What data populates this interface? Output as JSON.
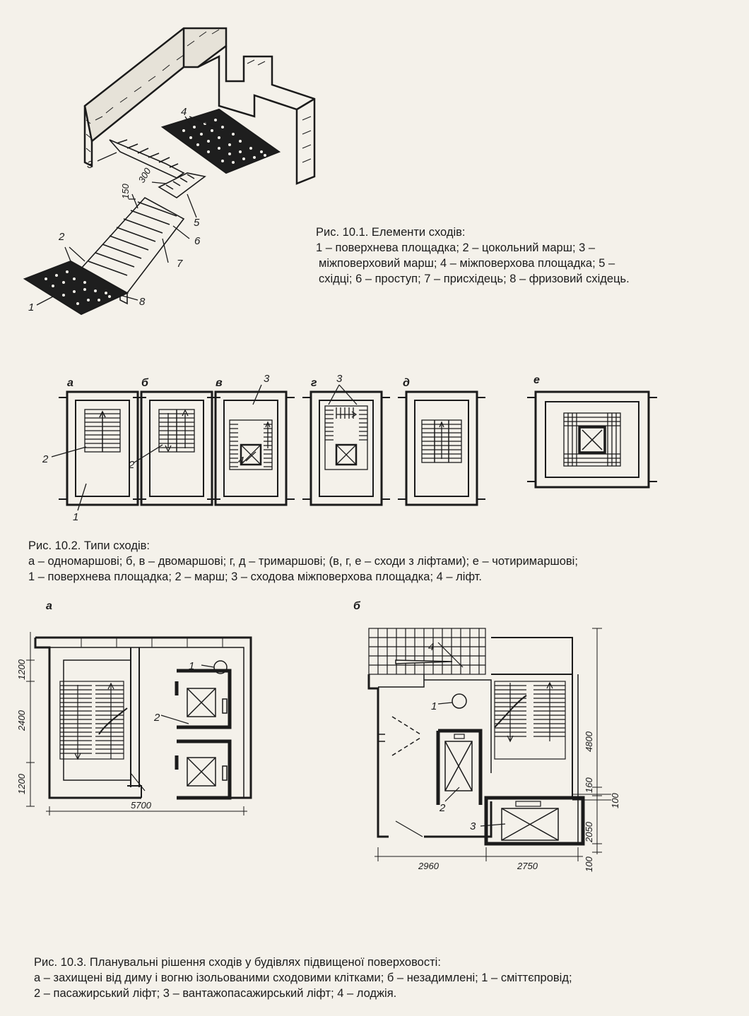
{
  "fig1": {
    "caption_title": "Рис. 10.1. Елементи сходів:",
    "caption_lines": [
      "1 – поверхнева площадка; 2 – цокольний марш; 3 –",
      "міжповерховий марш; 4 – міжповерхова площадка; 5 –",
      "східці; 6 – проступ; 7 – присхідець; 8 – фризовий східець."
    ],
    "labels": {
      "l1": "1",
      "l2": "2",
      "l3": "3",
      "l4": "4",
      "l5": "5",
      "l6": "6",
      "l7": "7",
      "l8": "8"
    },
    "dims": {
      "tread": "300",
      "riser": "150"
    }
  },
  "fig2": {
    "caption_title": "Рис. 10.2. Типи сходів:",
    "caption_lines": [
      "а – одномаршові; б, в – двомаршові; г, д – тримаршові; (в, г,  е – сходи з ліфтами); е – чотиримаршові;",
      "1 – поверхнева площадка; 2 – марш; 3 – сходова міжповерхова площадка; 4 – ліфт."
    ],
    "panels": [
      "а",
      "б",
      "в",
      "г",
      "д",
      "е"
    ],
    "labels": {
      "a2": "2",
      "a1": "1",
      "b2": "2",
      "v3": "3",
      "v4": "4",
      "g3": "3"
    }
  },
  "fig3": {
    "caption_title": "Рис. 10.3. Планувальні рішення сходів у будівлях підвищеної поверховості:",
    "caption_lines": [
      "а – захищені від диму і вогню ізольованими сходовими клітками; б – незадимлені; 1 – сміттєпровід;",
      "2 – пасажирський ліфт; 3 – вантажопасажирський ліфт; 4 – лоджія."
    ],
    "panels": [
      "а",
      "б"
    ],
    "labels_a": {
      "l1": "1",
      "l2": "2"
    },
    "dims_a": {
      "d1": "1200",
      "d2": "2400",
      "d3": "1200",
      "w": "5700"
    },
    "labels_b": {
      "l1": "1",
      "l2": "2",
      "l3": "3",
      "l4": "4"
    },
    "dims_b": {
      "h1": "4800",
      "h2": "160",
      "h3": "100",
      "h4": "2050",
      "h5": "100",
      "w1": "2960",
      "w2": "2750"
    }
  }
}
